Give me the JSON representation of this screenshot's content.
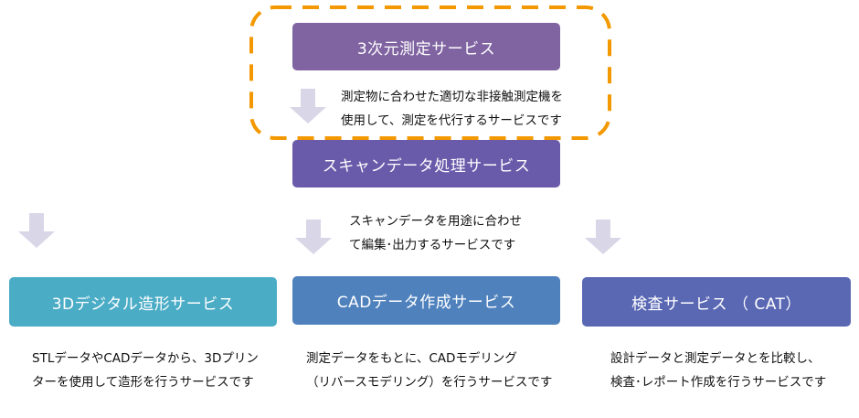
{
  "colors": {
    "dash_frame": "#f39800",
    "measure_box": "#8064a2",
    "scan_box": "#6a5aaa",
    "printing_box": "#4bacc6",
    "cad_box": "#4f81bd",
    "inspection_box": "#5a68b4",
    "arrow": "#d9d6e8"
  },
  "measure": {
    "title": "3次元測定サービス",
    "desc": [
      "測定物に合わせた適切な非接触測定機を",
      "使用して、測定を代行するサービスです"
    ]
  },
  "scan": {
    "title": "スキャンデータ処理サービス",
    "desc": [
      "スキャンデータを用途に合わせ",
      "て編集･出力するサービスです"
    ]
  },
  "services": [
    {
      "title": "3Dデジタル造形サービス",
      "desc": [
        "STLデータやCADデータから、3Dプリン",
        "ターを使用して造形を行うサービスです"
      ]
    },
    {
      "title": "CADデータ作成サービス",
      "desc": [
        "測定データをもとに、CADモデリング",
        "（リバースモデリング）を行うサービスです"
      ]
    },
    {
      "title": "検査サービス （ CAT）",
      "desc": [
        "設計データと測定データとを比較し、",
        "検査･レポート作成を行うサービスです"
      ]
    }
  ]
}
